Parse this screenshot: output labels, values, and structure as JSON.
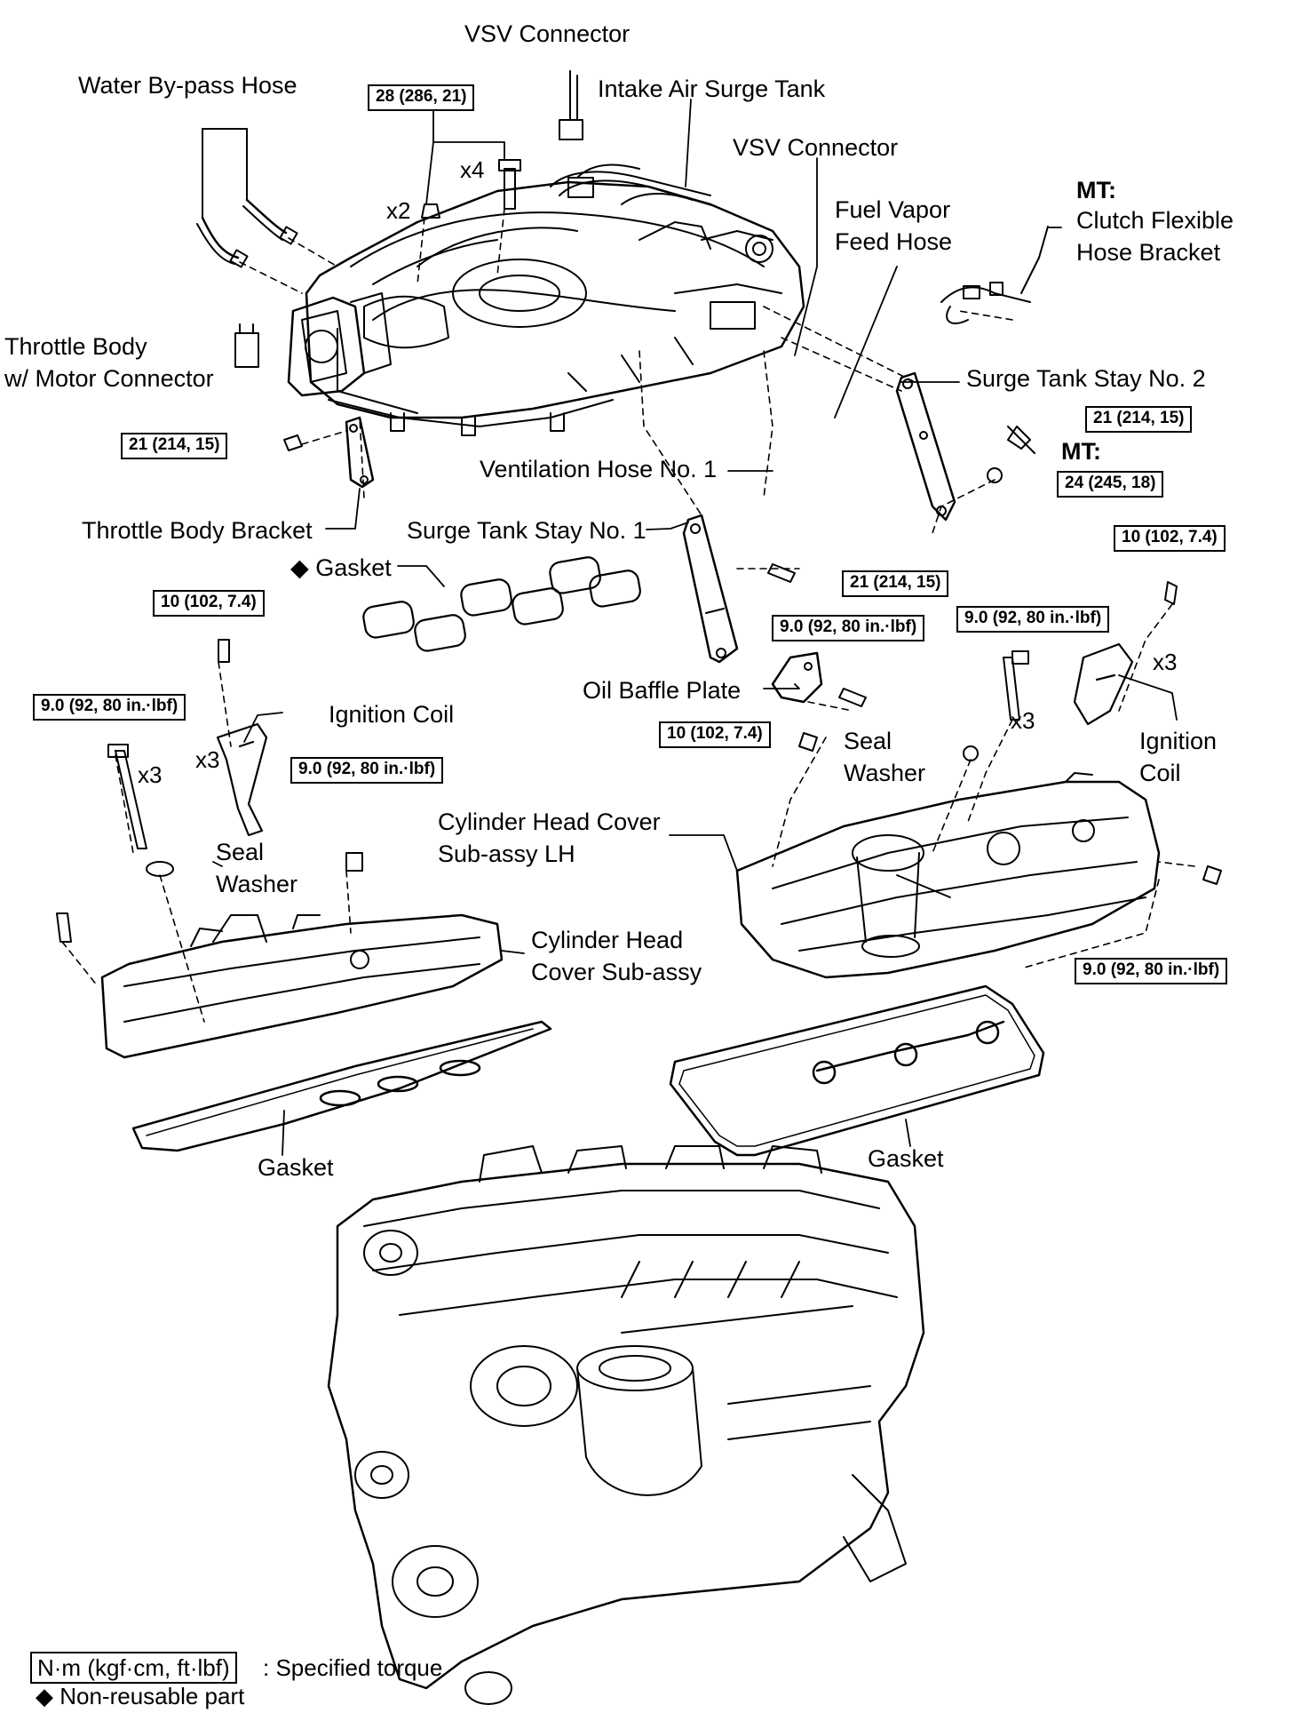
{
  "labels": {
    "vsv_connector_top": "VSV Connector",
    "water_bypass_hose": "Water By-pass Hose",
    "intake_air_surge_tank": "Intake Air Surge Tank",
    "vsv_connector_2": "VSV Connector",
    "fuel_vapor_1": "Fuel Vapor",
    "fuel_vapor_2": "Feed Hose",
    "mt_1": "MT:",
    "clutch_1": "Clutch Flexible",
    "clutch_2": "Hose Bracket",
    "throttle_body_1": "Throttle Body",
    "throttle_body_2": "w/ Motor Connector",
    "surge_stay_2": "Surge Tank Stay No. 2",
    "mt_2": "MT:",
    "ventilation_hose": "Ventilation Hose No. 1",
    "throttle_bracket": "Throttle Body Bracket",
    "surge_stay_1": "Surge Tank Stay No. 1",
    "gasket_nonreuse": "◆ Gasket",
    "oil_baffle": "Oil Baffle Plate",
    "ignition_coil_left": "Ignition Coil",
    "seal_r_1": "Seal",
    "seal_r_2": "Washer",
    "ignition_r_1": "Ignition",
    "ignition_r_2": "Coil",
    "seal_l_1": "Seal",
    "seal_l_2": "Washer",
    "chc_lh_1": "Cylinder Head Cover",
    "chc_lh_2": "Sub-assy  LH",
    "chc_1": "Cylinder Head",
    "chc_2": "Cover  Sub-assy",
    "gasket_left": "Gasket",
    "gasket_right": "Gasket"
  },
  "multipliers": {
    "x4": "x4",
    "x2": "x2",
    "x3_right_top": "x3",
    "x3_right_bolt": "x3",
    "x3_left_coil": "x3",
    "x3_left_bolt": "x3"
  },
  "torques": {
    "t28": "28 (286, 21)",
    "t21_left": "21 (214, 15)",
    "t21_right": "21 (214, 15)",
    "t24": "24 (245, 18)",
    "t21_center": "21 (214, 15)",
    "t10_right": "10 (102, 7.4)",
    "t10_left": "10 (102, 7.4)",
    "t9_center": "9.0 (92, 80 in.·lbf)",
    "t9_right": "9.0 (92, 80 in.·lbf)",
    "t9_left": "9.0 (92, 80 in.·lbf)",
    "t10_center": "10 (102, 7.4)",
    "t9_left2": "9.0 (92, 80 in.·lbf)",
    "t9_right_lower": "9.0 (92, 80 in.·lbf)"
  },
  "legend": {
    "torque_units": "N·m (kgf·cm, ft·lbf)",
    "torque_desc": ": Specified torque",
    "nonreusable": "◆ Non-reusable part"
  }
}
